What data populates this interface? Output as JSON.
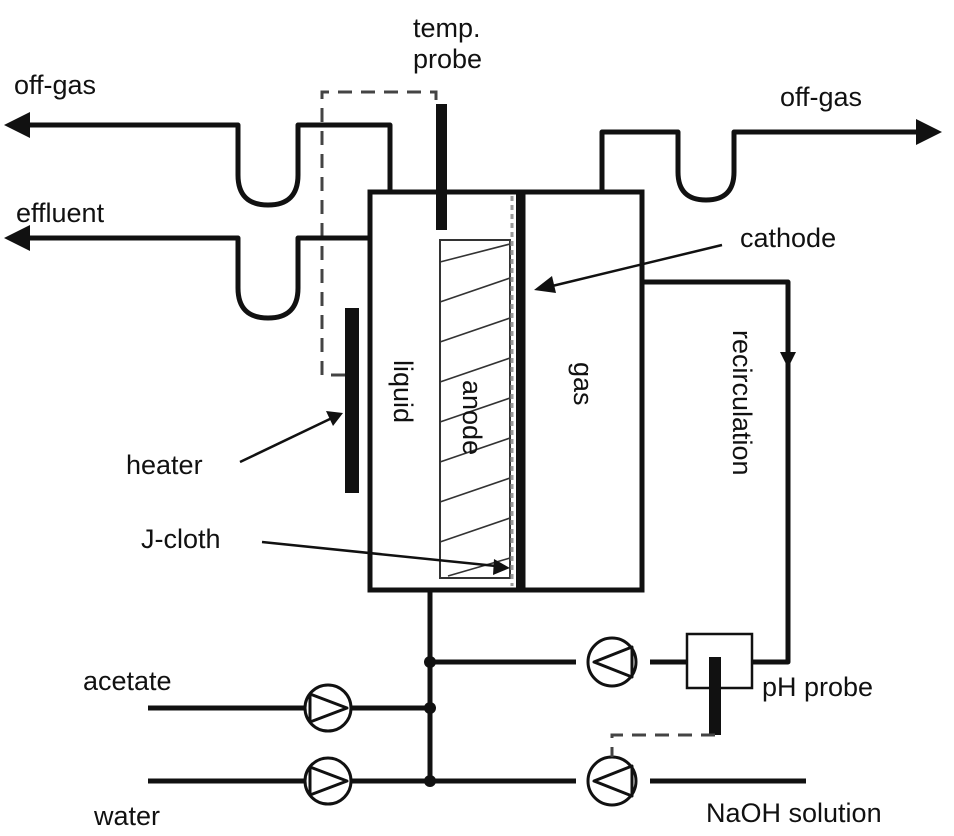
{
  "labels": {
    "temp_probe_line1": "temp.",
    "temp_probe_line2": "probe",
    "offgas_left": "off-gas",
    "offgas_right": "off-gas",
    "effluent": "effluent",
    "cathode": "cathode",
    "liquid": "liquid",
    "anode": "anode",
    "gas": "gas",
    "recirculation": "recirculation",
    "heater": "heater",
    "jcloth": "J-cloth",
    "acetate": "acetate",
    "ph_probe": "pH probe",
    "water": "water",
    "naoh": "NaOH solution"
  },
  "colors": {
    "line": "#111111",
    "dashed_line": "#444444",
    "background": "#ffffff"
  },
  "icons": [
    "arrow-head-icon",
    "pump-icon",
    "flow-direction-icon"
  ]
}
